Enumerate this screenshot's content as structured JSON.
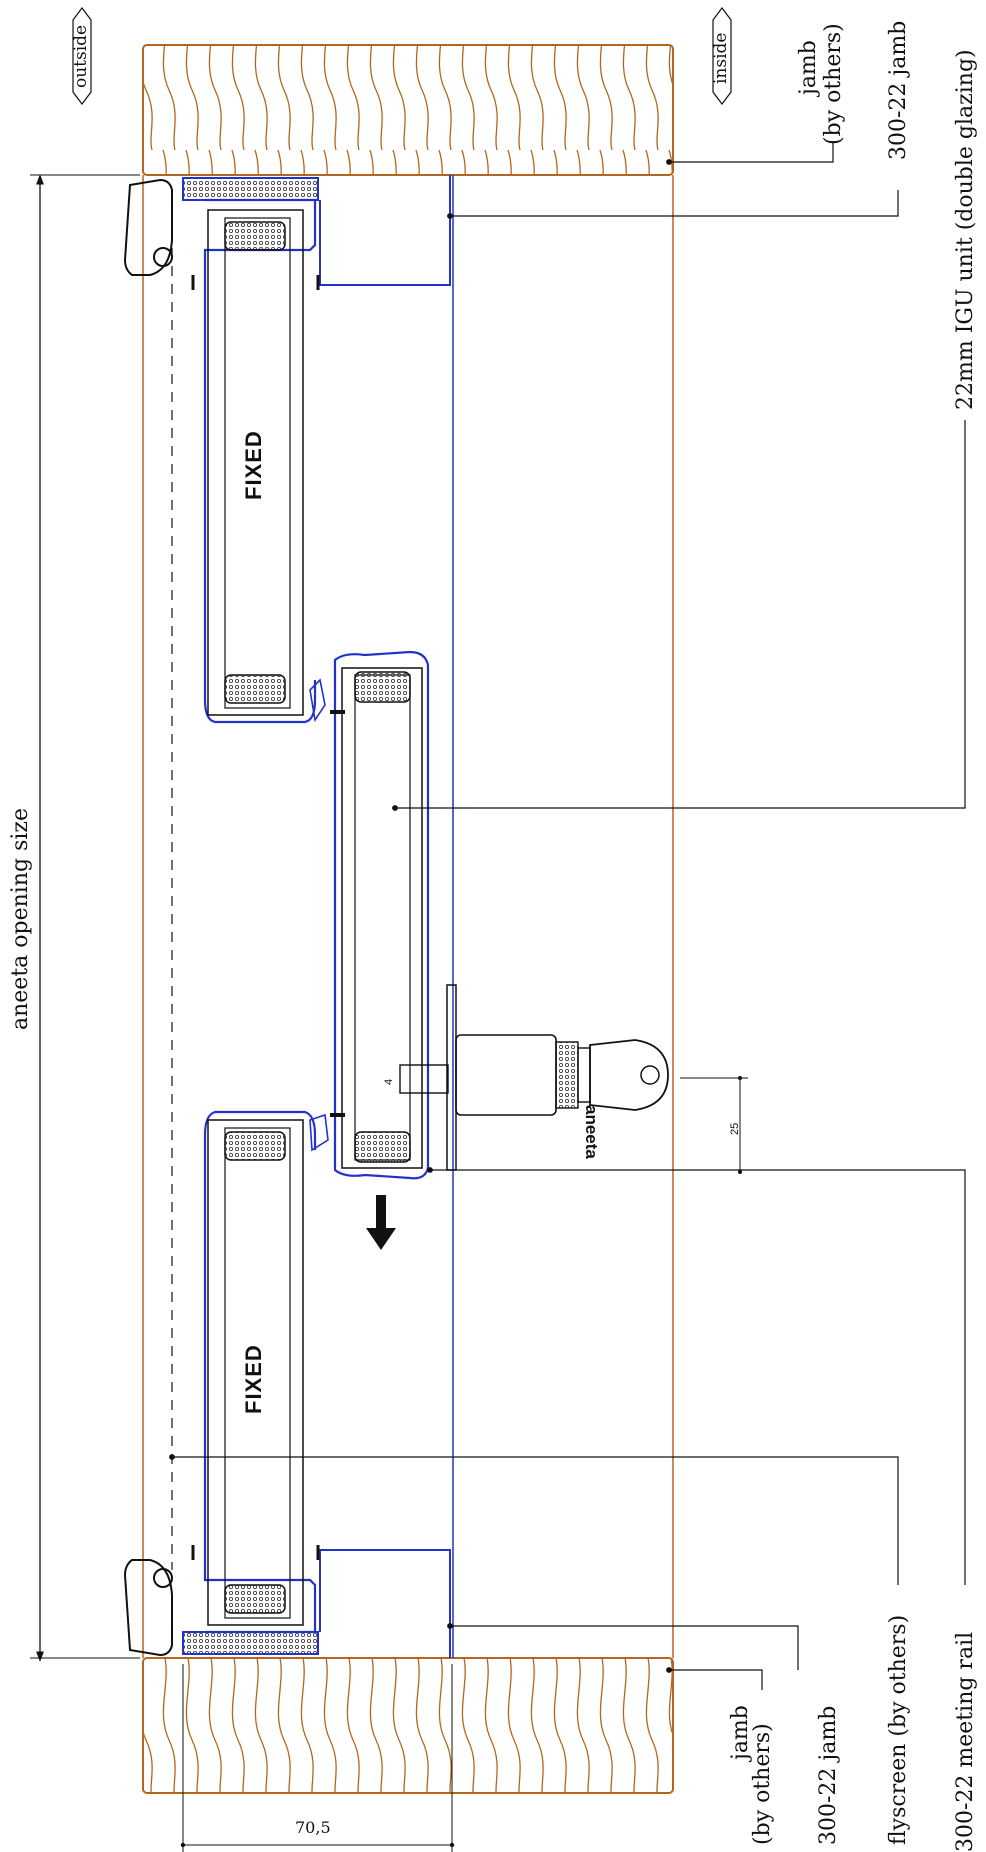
{
  "dimension_labels": {
    "opening_size": "aneeta opening size",
    "width_dim": "70,5",
    "key_offset": "25",
    "stop_number": "4"
  },
  "direction_tags": {
    "outside": "outside",
    "inside": "inside"
  },
  "panels": {
    "fixed_top": "FIXED",
    "fixed_bottom": "FIXED"
  },
  "callouts": {
    "jamb_top": "jamb",
    "jamb_top_sub": "(by others)",
    "jamb_300_22_top": "300-22 jamb",
    "igu": "22mm IGU unit (double glazing)",
    "meeting_rail": "300-22 meeting rail",
    "flyscreen": "flyscreen (by others)",
    "jamb_300_22_bottom": "300-22 jamb",
    "jamb_bottom": "jamb",
    "jamb_bottom_sub": "(by others)"
  },
  "lock": {
    "brand": "aneeta"
  },
  "colors": {
    "timber": "#b5651d",
    "frame_blue": "#2233cc",
    "line": "#111111"
  }
}
